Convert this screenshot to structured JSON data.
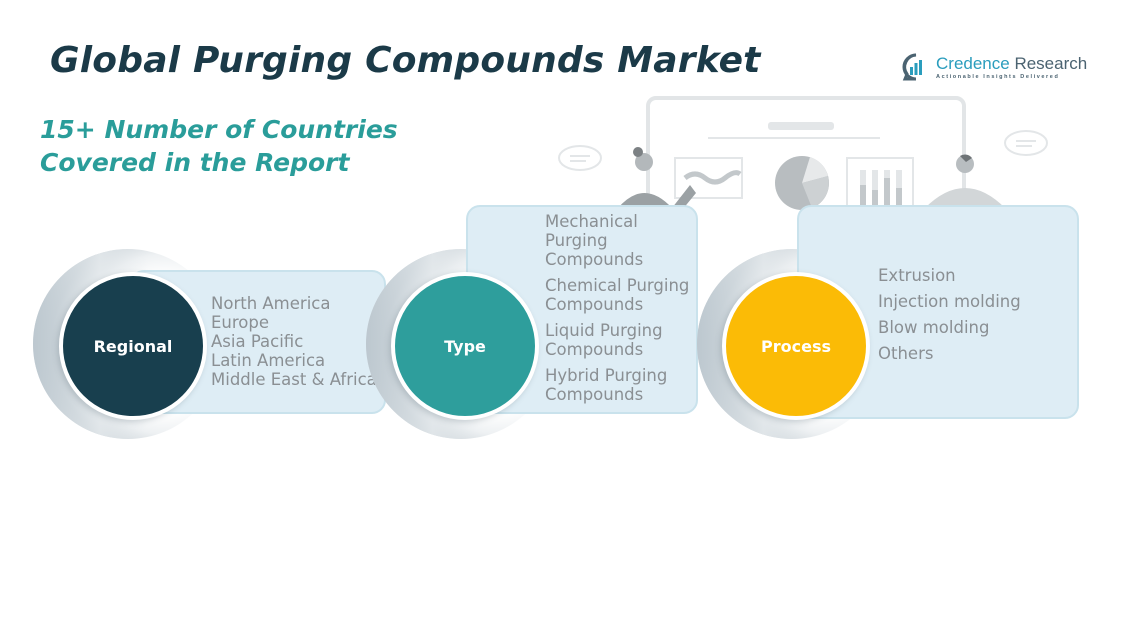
{
  "title": "Global Purging Compounds Market",
  "subtitle": {
    "line1": "15+ Number of Countries",
    "line2": "Covered in the Report"
  },
  "logo": {
    "name_part1": "Credence",
    "name_part2": " Research",
    "tagline": "Actionable Insights Delivered",
    "icon": "bar-chart-in-speech-bubble-icon"
  },
  "colors": {
    "title": "#1b3a48",
    "subtitle": "#2a9d9a",
    "regional": "#183f4e",
    "type": "#2e9e9c",
    "process": "#fbbb06",
    "card_bg": "#deedf5",
    "item_text": "#8a8f93"
  },
  "segments": [
    {
      "label": "Regional",
      "items": [
        "North America",
        "Europe",
        "Asia Pacific",
        "Latin America",
        "Middle East & Africa"
      ]
    },
    {
      "label": "Type",
      "items": [
        "Mechanical",
        "Purging",
        "Compounds",
        "Chemical Purging",
        "Compounds",
        "Liquid Purging",
        "Compounds",
        "Hybrid Purging",
        "Compounds"
      ]
    },
    {
      "label": "Process",
      "items": [
        "Extrusion",
        "Injection molding",
        "Blow molding",
        "Others"
      ]
    }
  ]
}
